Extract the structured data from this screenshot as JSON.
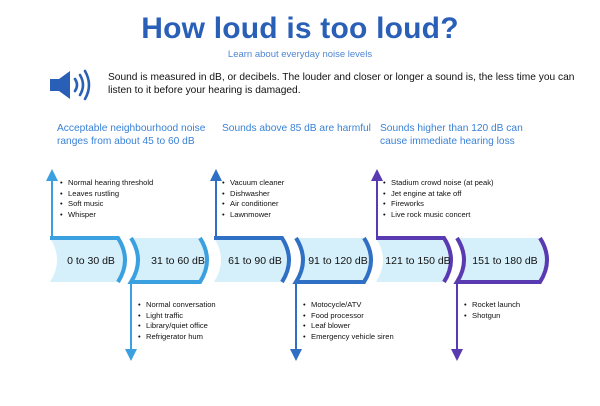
{
  "title": "How loud is too loud?",
  "subtitle": "Learn about everyday noise levels",
  "intro": "Sound is measured in dB, or decibels. The louder and closer or longer a sound is, the less time you can listen to it before your hearing is damaged.",
  "icons": {
    "speaker": "speaker-icon"
  },
  "colors": {
    "title": "#2a5fb8",
    "light_blue": "#3aa0e0",
    "mid_blue": "#2f6fc4",
    "purple": "#5a3ab0",
    "band_fill": "#d6f0fb"
  },
  "headers": [
    "Acceptable neighbourhood noise ranges from about 45 to 60 dB",
    "Sounds above 85 dB are harmful",
    "Sounds higher than 120 dB can cause immediate hearing loss"
  ],
  "levels": [
    {
      "label": "0 to 30 dB",
      "examples": [
        "Normal hearing threshold",
        "Leaves rustling",
        "Soft music",
        "Whisper"
      ]
    },
    {
      "label": "31 to 60 dB",
      "examples": [
        "Normal conversation",
        "Light traffic",
        "Library/quiet office",
        "Refrigerator hum"
      ]
    },
    {
      "label": "61 to 90 dB",
      "examples": [
        "Vacuum cleaner",
        "Dishwasher",
        "Air conditioner",
        "Lawnmower"
      ]
    },
    {
      "label": "91 to 120 dB",
      "examples": [
        "Motocycle/ATV",
        "Food processor",
        "Leaf blower",
        "Emergency vehicle  siren"
      ]
    },
    {
      "label": "121 to 150 dB",
      "examples": [
        "Stadium crowd noise (at peak)",
        "Jet engine at take off",
        "Fireworks",
        "Live rock music concert"
      ]
    },
    {
      "label": "151 to 180 dB",
      "examples": [
        "Rocket launch",
        "Shotgun"
      ]
    }
  ]
}
